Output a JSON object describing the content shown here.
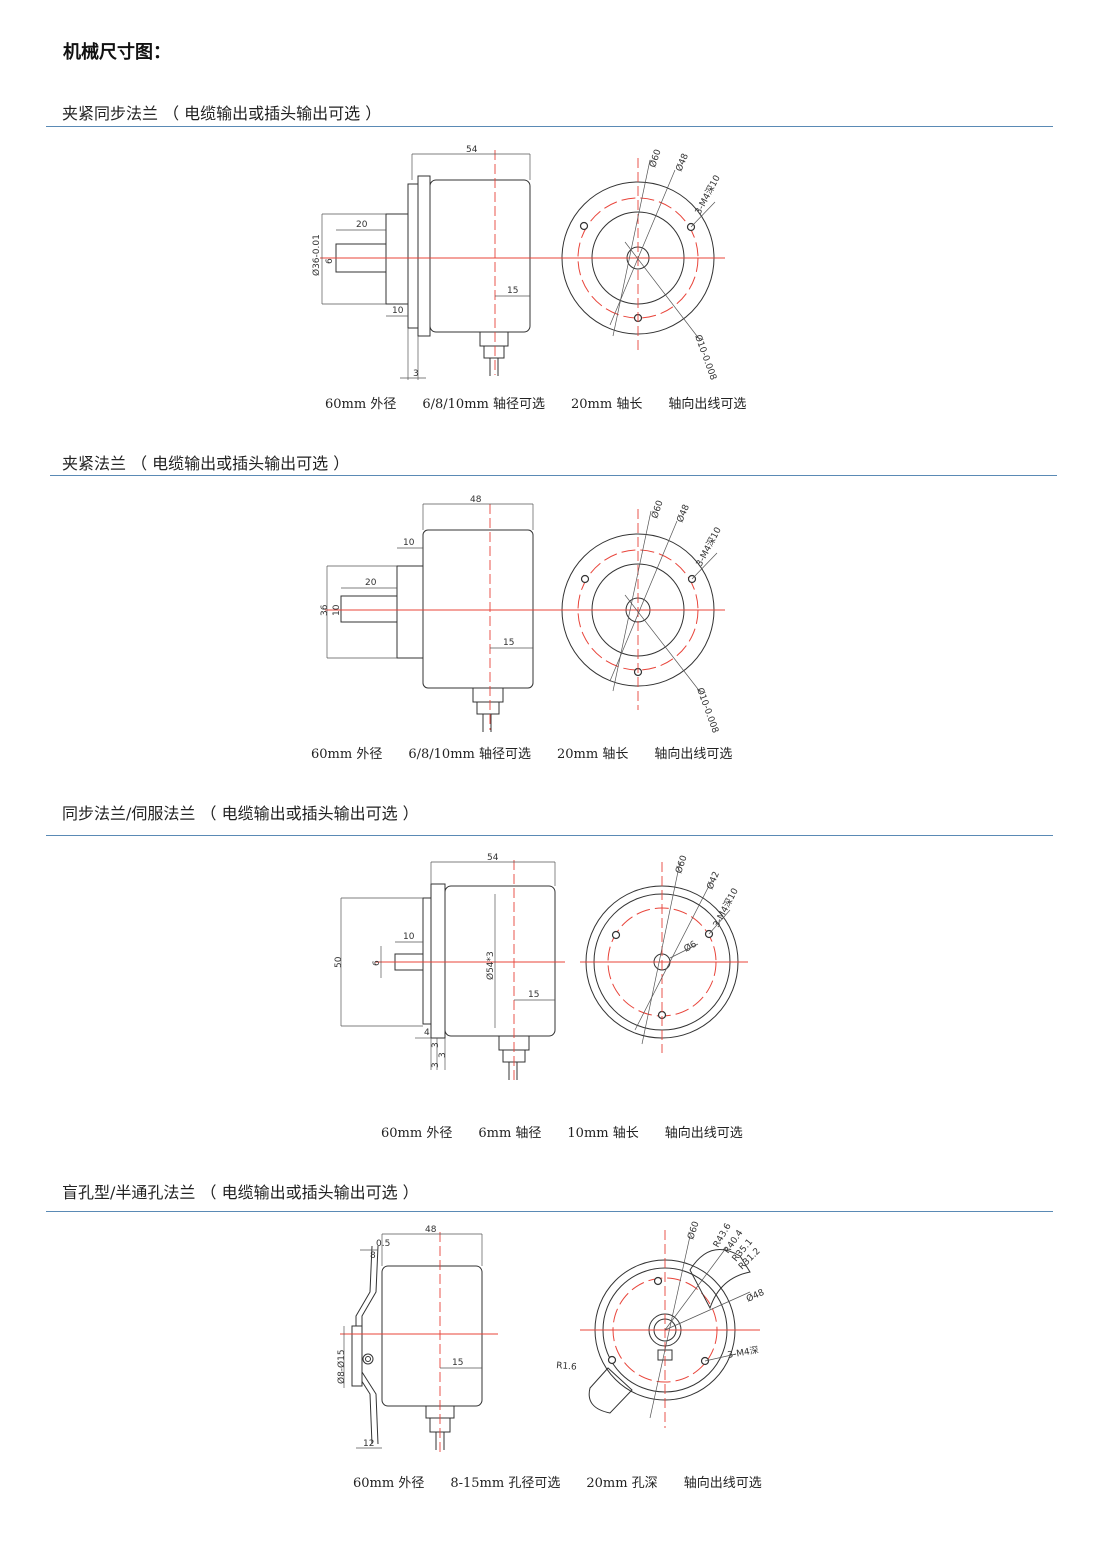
{
  "page_title": "机械尺寸图：",
  "sections": [
    {
      "title": "夹紧同步法兰 （ 电缆输出或插头输出可选 ）",
      "captions": [
        "60mm 外径",
        "6/8/10mm 轴径可选",
        "20mm 轴长",
        "轴向出线可选"
      ],
      "dims": {
        "length": "54",
        "shaft_len": "20",
        "d36": "Ø36-0.01",
        "shaft": "6",
        "d10": "10",
        "t3": "3",
        "d15": "15",
        "d60": "Ø60",
        "d48": "Ø48",
        "holes": "3-M4深10",
        "bore": "Ø10-0.008"
      }
    },
    {
      "title": "夹紧法兰 （ 电缆输出或插头输出可选 ）",
      "captions": [
        "60mm 外径",
        "6/8/10mm 轴径可选",
        "20mm 轴长",
        "轴向出线可选"
      ],
      "dims": {
        "length": "48",
        "d10": "10",
        "shaft_len": "20",
        "d36": "36",
        "shaft": "10",
        "d15": "15",
        "d60": "Ø60",
        "d48": "Ø48",
        "holes": "3-M4深10",
        "bore": "Ø10-0.008"
      }
    },
    {
      "title": "同步法兰/伺服法兰 （ 电缆输出或插头输出可选 ）",
      "captions": [
        "60mm 外径",
        "6mm 轴径",
        "10mm 轴长",
        "轴向出线可选"
      ],
      "dims": {
        "length": "54",
        "d50": "50",
        "shaft_len": "10",
        "shaft": "6",
        "d54": "Ø54*3",
        "d15": "15",
        "t4": "4",
        "t3a": "3",
        "t3b": "3",
        "t3c": "3",
        "d60": "Ø60",
        "d42": "Ø42",
        "holes": "3-M4深10",
        "d6": "Ø6"
      }
    },
    {
      "title": "盲孔型/半通孔法兰 （ 电缆输出或插头输出可选 ）",
      "captions": [
        "60mm 外径",
        "8-15mm 孔径可选",
        "20mm 孔深",
        "轴向出线可选"
      ],
      "dims": {
        "length": "48",
        "t05": "0.5",
        "t8": "8",
        "bore": "Ø8-Ø15",
        "d15": "15",
        "t12": "12",
        "d60": "Ø60",
        "r436": "R43.6",
        "r404": "R40.4",
        "r351": "R35.1",
        "r312": "R31.2",
        "d48": "Ø48",
        "holes": "3-M4深",
        "r16": "R1.6"
      }
    }
  ]
}
